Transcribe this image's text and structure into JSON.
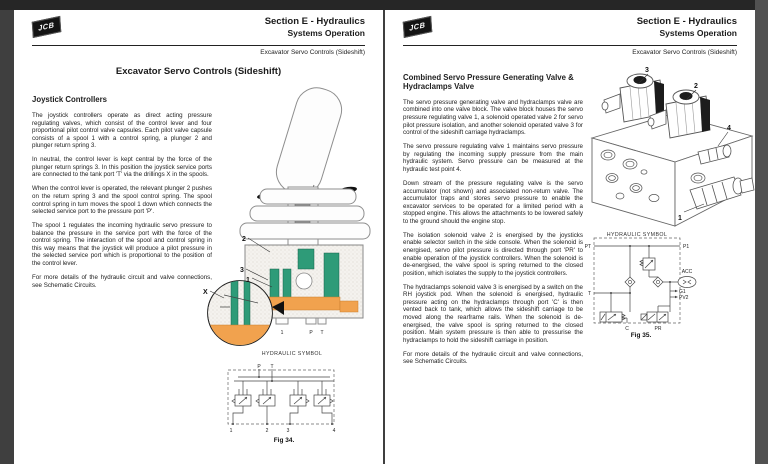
{
  "window": {
    "top_bar_color": "#262626",
    "background_color": "#3f3f3f"
  },
  "colors": {
    "teal": "#2E9B78",
    "orange": "#F1A24E"
  },
  "page_left": {
    "header": {
      "logo": "JCB",
      "section": "Section E - Hydraulics",
      "subsection": "Systems Operation",
      "breadcrumb": "Excavator Servo Controls (Sideshift)"
    },
    "title": "Excavator Servo Controls (Sideshift)",
    "heading": "Joystick Controllers",
    "paragraphs": [
      "The joystick controllers operate as direct acting pressure regulating valves, which consist of the control lever and four proportional pilot control valve capsules. Each pilot valve capsule consists of a spool 1 with a control spring, a plunger 2 and plunger return spring 3.",
      "In neutral, the control lever is kept central by the force of the plunger return springs 3. In this position the joystick service ports are connected to the tank port 'T' via the drillings X in the spools.",
      "When the control lever is operated, the relevant plunger 2 pushes on the return spring 3 and the spool control spring. The spool control spring in turn moves the spool 1 down which connects the selected service port to the pressure port 'P'.",
      "The spool 1 regulates the incoming hydraulic servo pressure to balance the pressure in the service port with the force of the control spring. The interaction of the spool and control spring in this way means that the joystick will produce a pilot pressure in the selected service port which is proportional to the position of the control lever.",
      "For more details of the hydraulic circuit and valve connections, see Schematic Circuits."
    ],
    "figure": {
      "callout_2": "2",
      "callout_3": "3",
      "callout_1": "1",
      "callout_x": "X",
      "port_1": "1",
      "port_p": "P",
      "port_t": "T",
      "symbol_label": "HYDRAULIC SYMBOL",
      "sym_port_p": "P",
      "sym_port_t": "T",
      "sym_port_b1": "1",
      "sym_port_b2": "2",
      "sym_port_b3": "3",
      "sym_port_b4": "4",
      "caption": "Fig 34."
    }
  },
  "page_right": {
    "header": {
      "logo": "JCB",
      "section": "Section E - Hydraulics",
      "subsection": "Systems Operation",
      "breadcrumb": "Excavator Servo Controls (Sideshift)"
    },
    "heading": "Combined Servo Pressure Generating Valve & Hydraclamps Valve",
    "paragraphs": [
      "The servo pressure generating valve and hydraclamps valve are combined into one valve block. The valve block houses the servo pressure regulating valve 1, a solenoid operated valve 2 for servo pilot pressure isolation, and another solenoid operated valve 3 for control of the sideshift carriage hydraclamps.",
      "The servo pressure regulating valve 1 maintains servo pressure by regulating the incoming supply pressure from the main hydraulic system. Servo pressure can be measured at the hydraulic test point 4.",
      "Down stream of the pressure regulating valve is the servo accumulator (not shown) and associated non-return valve. The accumulator traps and stores servo pressure to enable the excavator services to be operated for a limited period with a stopped engine. This allows the attachments to be lowered safely to the ground should the engine stop.",
      "The isolation solenoid valve 2 is energised by the joysticks enable selector switch in the side console. When the solenoid is energised, servo pilot pressure is directed through port 'PR' to enable operation of the joystick controllers. When the solenoid is de-energised, the valve spool is spring returned to the closed position, which isolates the supply to the joystick controllers.",
      "The hydraclamps solenoid valve 3 is energised by a switch on the RH joystick pod. When the solenoid is energised, hydraulic pressure acting on the hydraclamps through port 'C' is then vented back to tank, which allows the sideshift carriage to be moved along the rearframe rails. When the solenoid is de-energised, the valve spool is spring returned to the closed position. Main system pressure is then able to pressurise the hydraclamps to hold the sideshift carriage in position.",
      "For more details of the hydraulic circuit and valve connections, see Schematic Circuits."
    ],
    "figure": {
      "callout_3": "3",
      "callout_2": "2",
      "callout_4": "4",
      "callout_1": "1",
      "symbol_label": "HYDRAULIC SYMBOL",
      "port_pt": "PT",
      "port_p1": "P1",
      "port_t": "T",
      "port_c": "C",
      "port_pr": "PR",
      "acc": "ACC",
      "g1": "G1",
      "pv2": "PV2",
      "caption": "Fig 35."
    }
  }
}
